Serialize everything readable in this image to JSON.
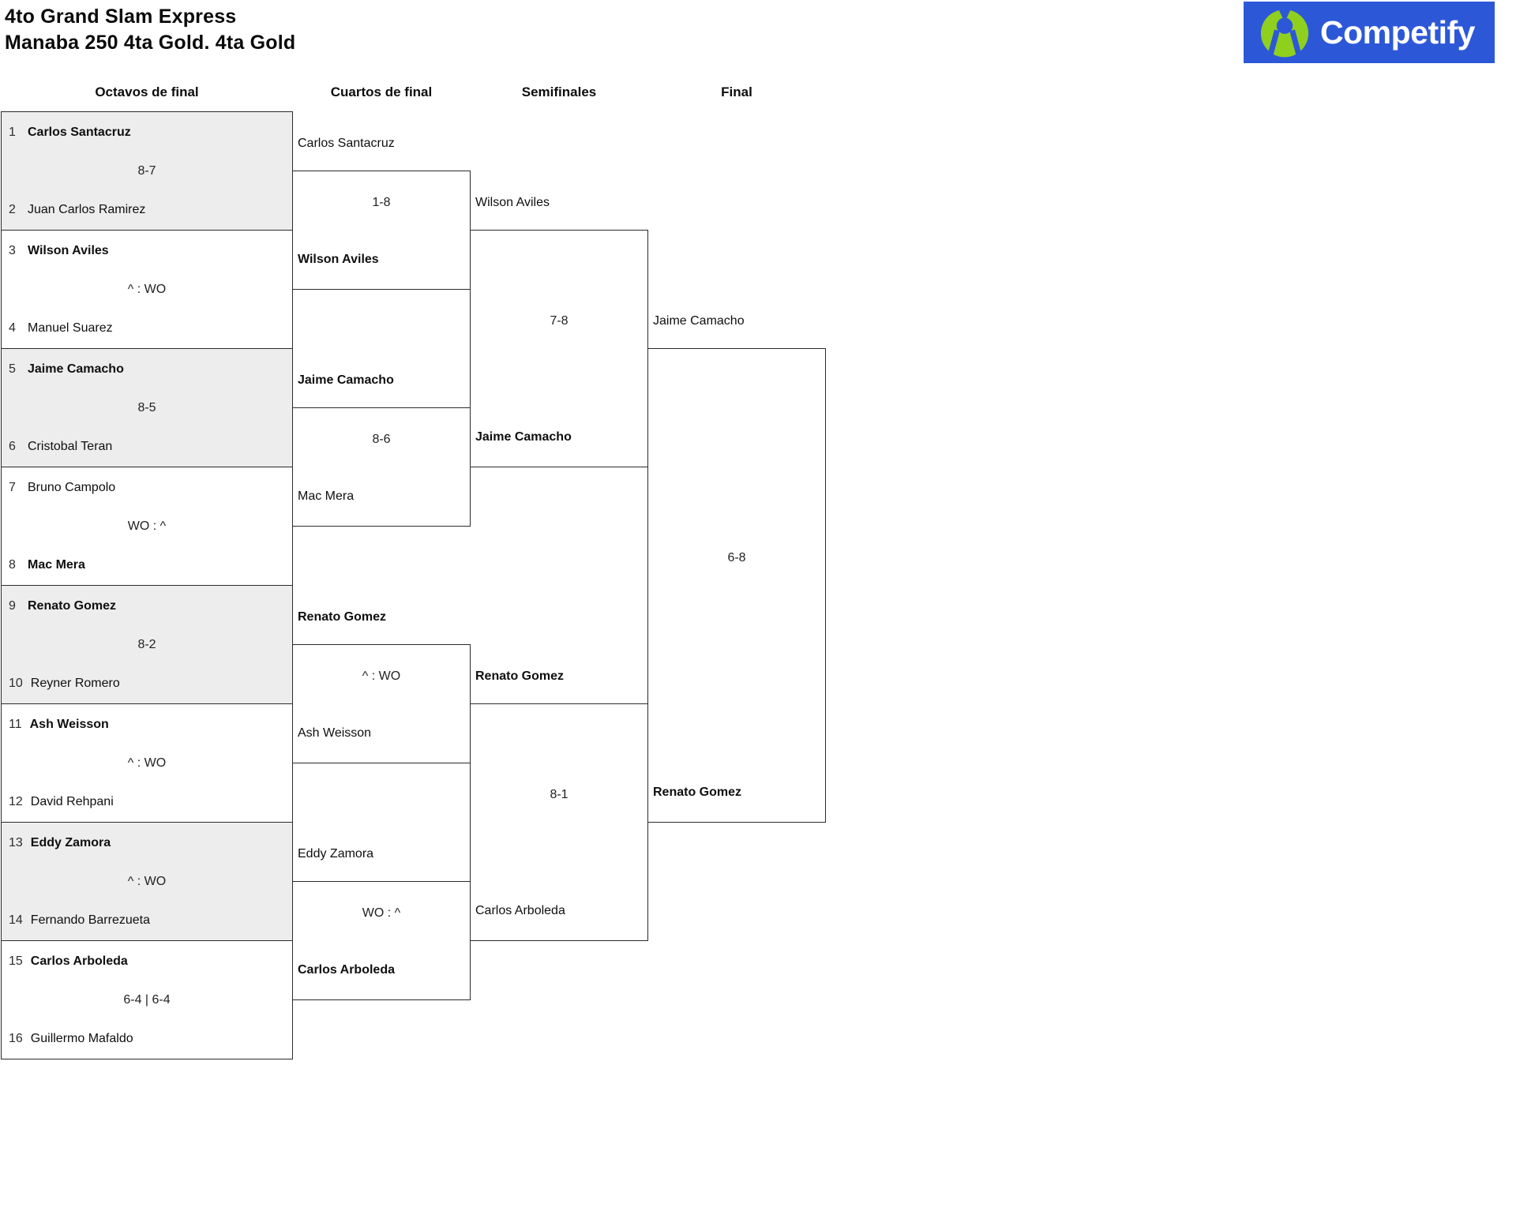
{
  "header": {
    "title_line1": "4to Grand Slam Express",
    "title_line2": "Manaba 250 4ta Gold. 4ta Gold",
    "logo_text": "Competify"
  },
  "rounds": [
    "Octavos de final",
    "Cuartos de final",
    "Semifinales",
    "Final"
  ],
  "bracket": {
    "octavos": [
      {
        "seed_top": "1",
        "top": "Carlos Santacruz",
        "top_winner": true,
        "score": "8-7",
        "seed_bottom": "2",
        "bottom": "Juan Carlos Ramirez",
        "bottom_winner": false,
        "shaded": true
      },
      {
        "seed_top": "3",
        "top": "Wilson Aviles",
        "top_winner": true,
        "score": "^ : WO",
        "seed_bottom": "4",
        "bottom": "Manuel Suarez",
        "bottom_winner": false,
        "shaded": false
      },
      {
        "seed_top": "5",
        "top": "Jaime Camacho",
        "top_winner": true,
        "score": "8-5",
        "seed_bottom": "6",
        "bottom": "Cristobal Teran",
        "bottom_winner": false,
        "shaded": true
      },
      {
        "seed_top": "7",
        "top": "Bruno Campolo",
        "top_winner": false,
        "score": "WO : ^",
        "seed_bottom": "8",
        "bottom": "Mac Mera",
        "bottom_winner": true,
        "shaded": false
      },
      {
        "seed_top": "9",
        "top": "Renato Gomez",
        "top_winner": true,
        "score": "8-2",
        "seed_bottom": "10",
        "bottom": "Reyner Romero",
        "bottom_winner": false,
        "shaded": true
      },
      {
        "seed_top": "11",
        "top": "Ash Weisson",
        "top_winner": true,
        "score": "^ : WO",
        "seed_bottom": "12",
        "bottom": "David Rehpani",
        "bottom_winner": false,
        "shaded": false
      },
      {
        "seed_top": "13",
        "top": "Eddy Zamora",
        "top_winner": true,
        "score": "^ : WO",
        "seed_bottom": "14",
        "bottom": "Fernando Barrezueta",
        "bottom_winner": false,
        "shaded": true
      },
      {
        "seed_top": "15",
        "top": "Carlos Arboleda",
        "top_winner": true,
        "score": "6-4 | 6-4",
        "seed_bottom": "16",
        "bottom": "Guillermo Mafaldo",
        "bottom_winner": false,
        "shaded": false
      }
    ],
    "cuartos": [
      {
        "top": "Carlos Santacruz",
        "top_winner": false,
        "score": "1-8",
        "bottom": "Wilson Aviles",
        "bottom_winner": true
      },
      {
        "top": "Jaime Camacho",
        "top_winner": true,
        "score": "8-6",
        "bottom": "Mac Mera",
        "bottom_winner": false
      },
      {
        "top": "Renato Gomez",
        "top_winner": true,
        "score": "^ : WO",
        "bottom": "Ash Weisson",
        "bottom_winner": false
      },
      {
        "top": "Eddy Zamora",
        "top_winner": false,
        "score": "WO : ^",
        "bottom": "Carlos Arboleda",
        "bottom_winner": true
      }
    ],
    "semifinales": [
      {
        "top": "Wilson Aviles",
        "top_winner": false,
        "score": "7-8",
        "bottom": "Jaime Camacho",
        "bottom_winner": true
      },
      {
        "top": "Renato Gomez",
        "top_winner": true,
        "score": "8-1",
        "bottom": "Carlos Arboleda",
        "bottom_winner": false
      }
    ],
    "final": [
      {
        "top": "Jaime Camacho",
        "top_winner": false,
        "score": "6-8",
        "bottom": "Renato Gomez",
        "bottom_winner": true
      }
    ]
  },
  "colors": {
    "logo_blue": "#2c58d8",
    "logo_green": "#8fd01f",
    "shaded_box": "#ededed",
    "border_line": "#2b2b2b"
  }
}
